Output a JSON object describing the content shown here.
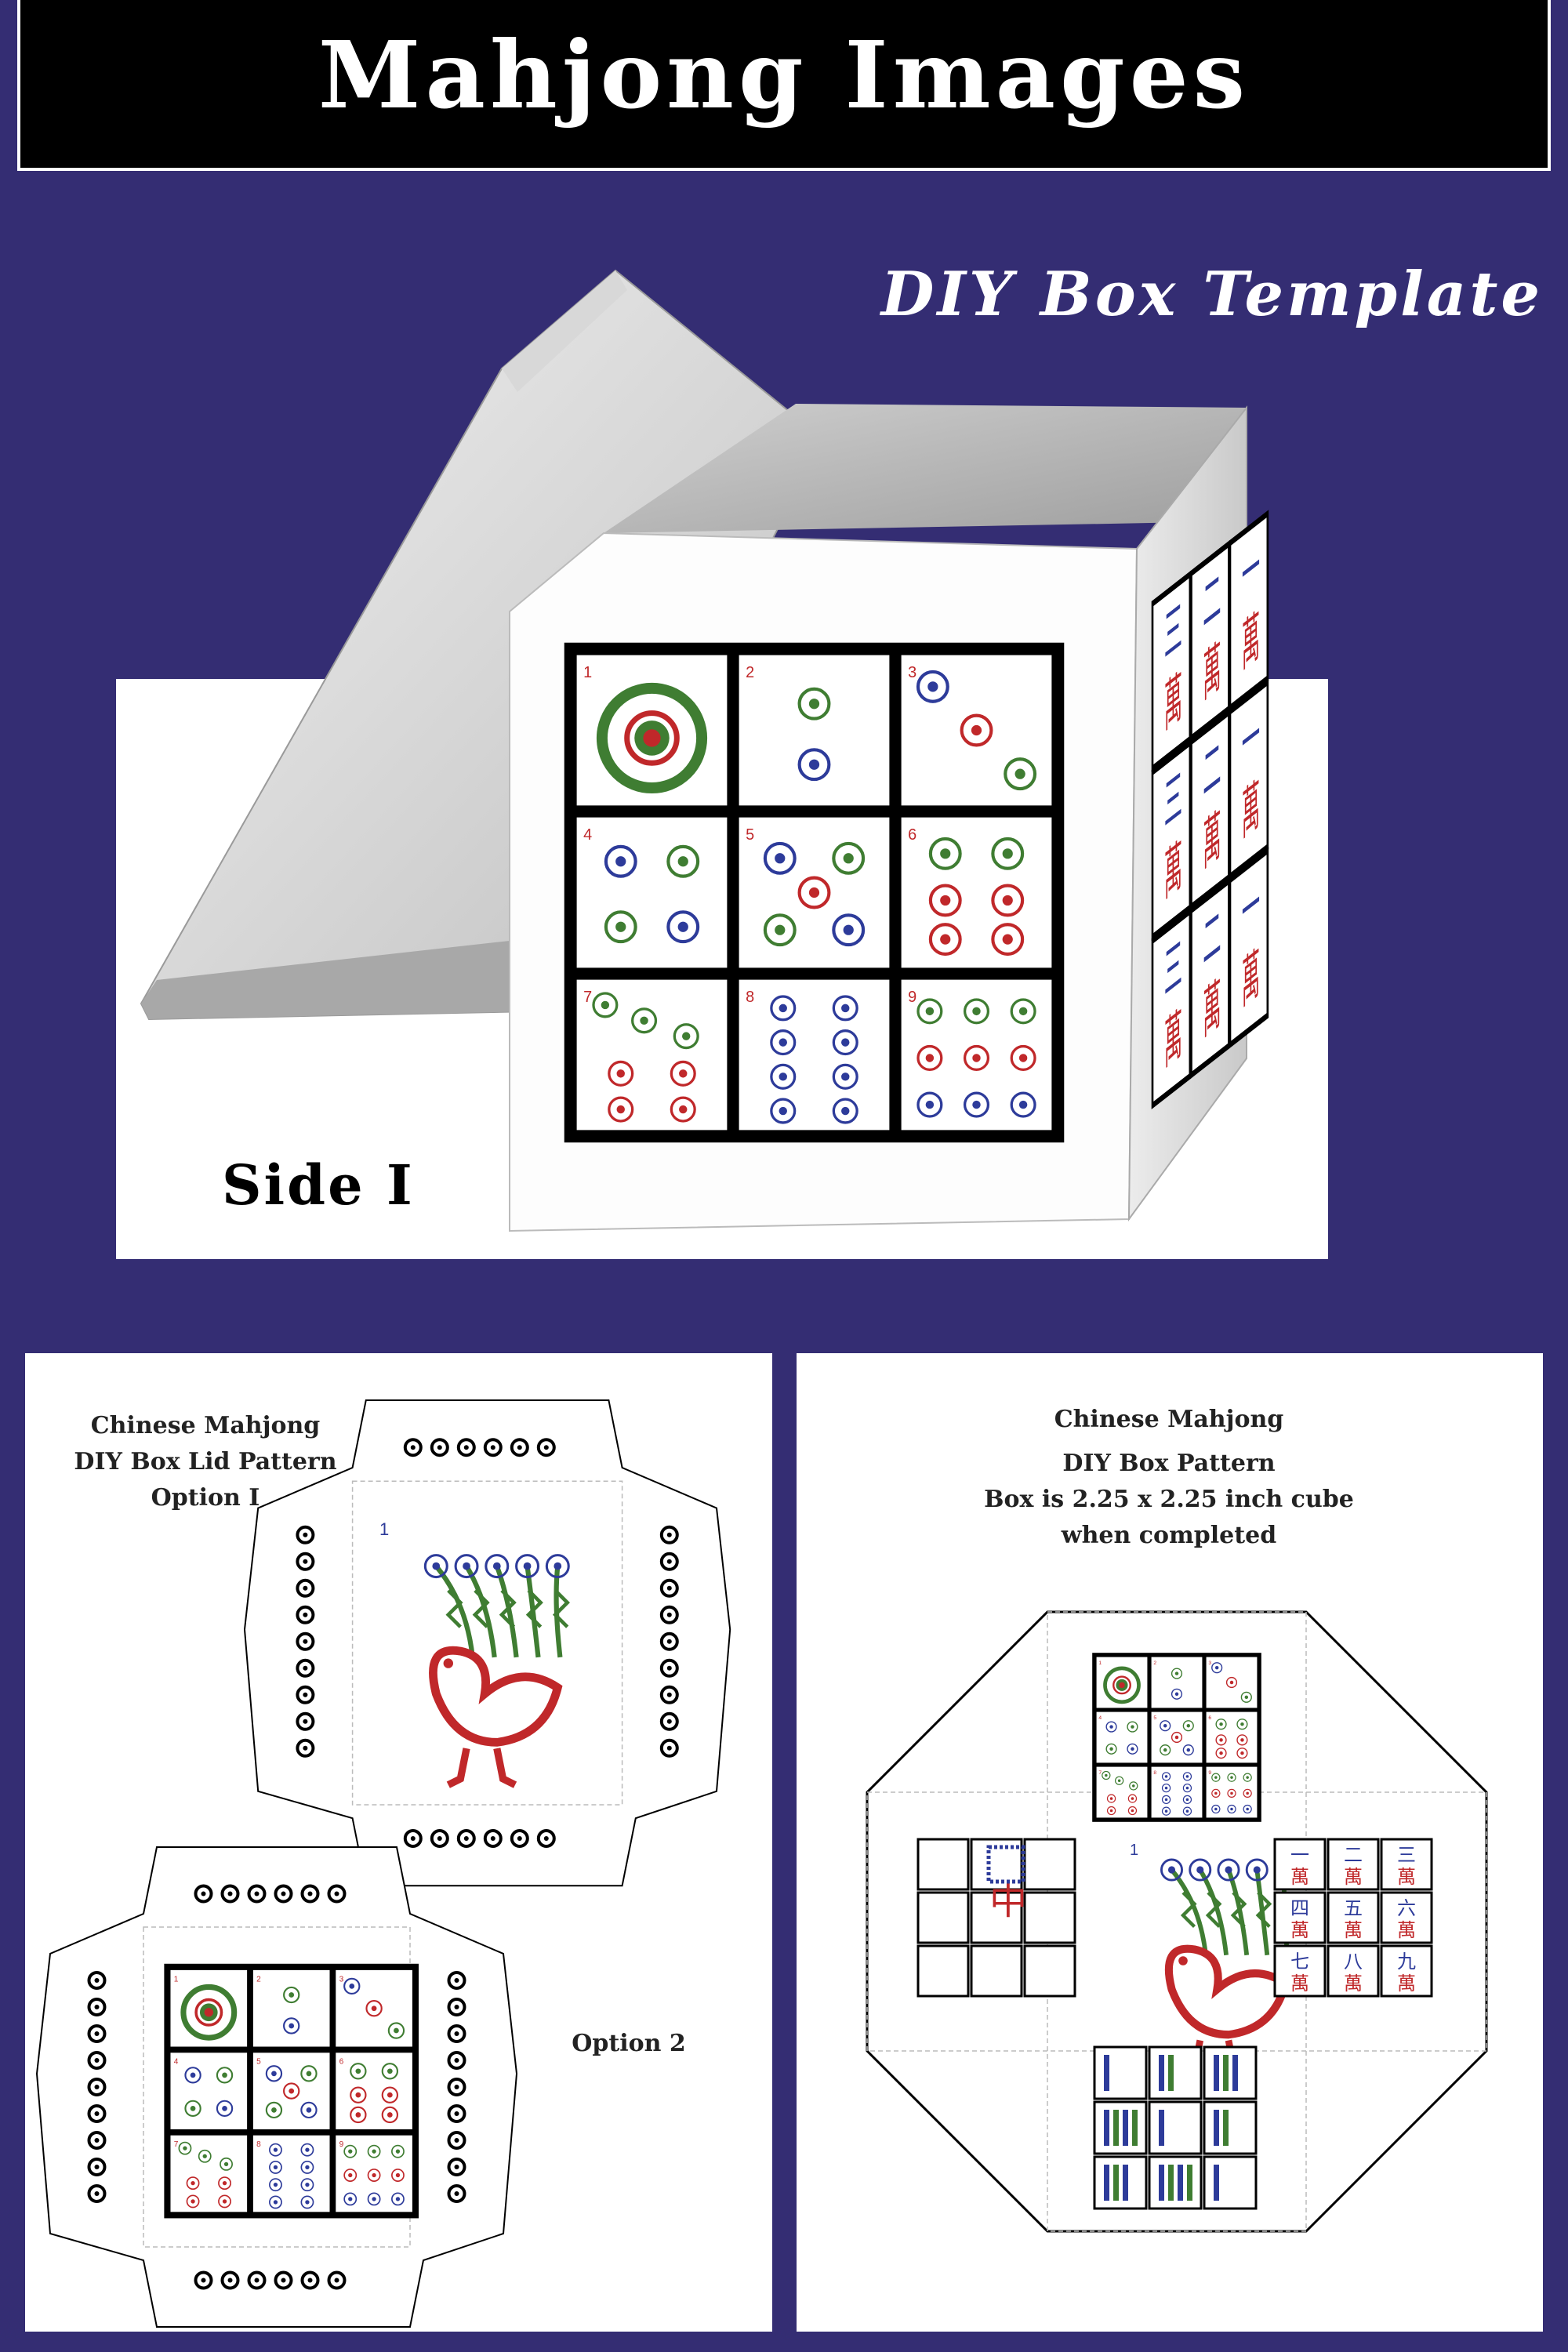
{
  "banner": {
    "title": "Mahjong Images"
  },
  "header": {
    "subtitle": "DIY Box Template"
  },
  "hero": {
    "side_label": "Side I",
    "tile_numbers": [
      "1",
      "2",
      "3",
      "4",
      "5",
      "6",
      "7",
      "8",
      "9"
    ],
    "side_characters": [
      "三",
      "二",
      "一",
      "萬",
      "萬",
      "萬"
    ]
  },
  "lid_panel": {
    "title_line1": "Chinese Mahjong",
    "title_line2": "DIY Box Lid Pattern",
    "title_line3": "Option I",
    "option2_label": "Option 2",
    "tile_number": "1"
  },
  "box_panel": {
    "title_line1": "Chinese Mahjong",
    "title_line2": "DIY Box Pattern",
    "title_line3": "Box is 2.25 x 2.25 inch cube",
    "title_line4": "when completed",
    "tile_number": "1",
    "dragon_char": "中",
    "char_tiles": [
      "一",
      "二",
      "三",
      "四",
      "五",
      "六",
      "七",
      "八",
      "九"
    ],
    "wan_char": "萬"
  },
  "colors": {
    "background": "#342d73",
    "banner": "#000000",
    "dot_red": "#c0282a",
    "dot_green": "#3f7d32",
    "dot_blue": "#2d3b9a"
  }
}
